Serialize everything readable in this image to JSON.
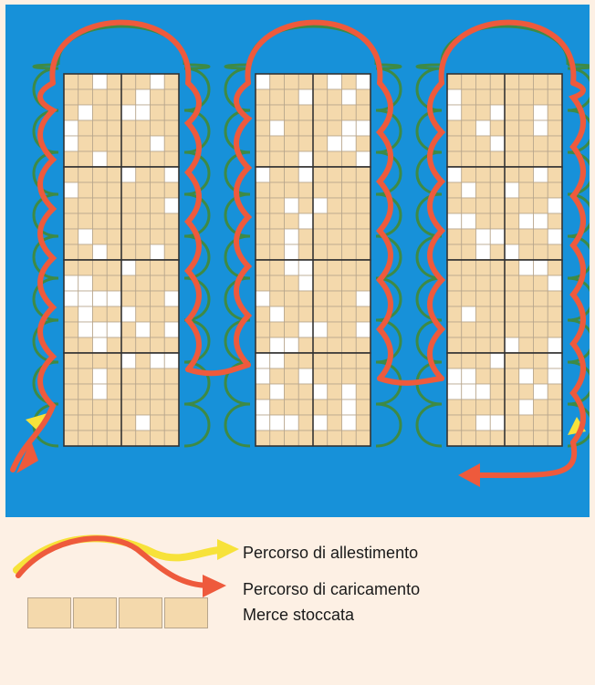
{
  "colors": {
    "background_warehouse": "#1791d9",
    "background_legend": "#fdf0e4",
    "stock": "#f4d9ac",
    "empty_slot": "#ffffff",
    "picking_route": "#f7e23a",
    "loading_route": "#ee5a3c",
    "route_green": "#3e8a45"
  },
  "racks": [
    {
      "name": "rack-left"
    },
    {
      "name": "rack-middle"
    },
    {
      "name": "rack-right"
    }
  ],
  "legend": {
    "picking_label": "Percorso di allestimento",
    "loading_label": "Percorso di caricamento",
    "stock_label": "Merce stoccata"
  }
}
